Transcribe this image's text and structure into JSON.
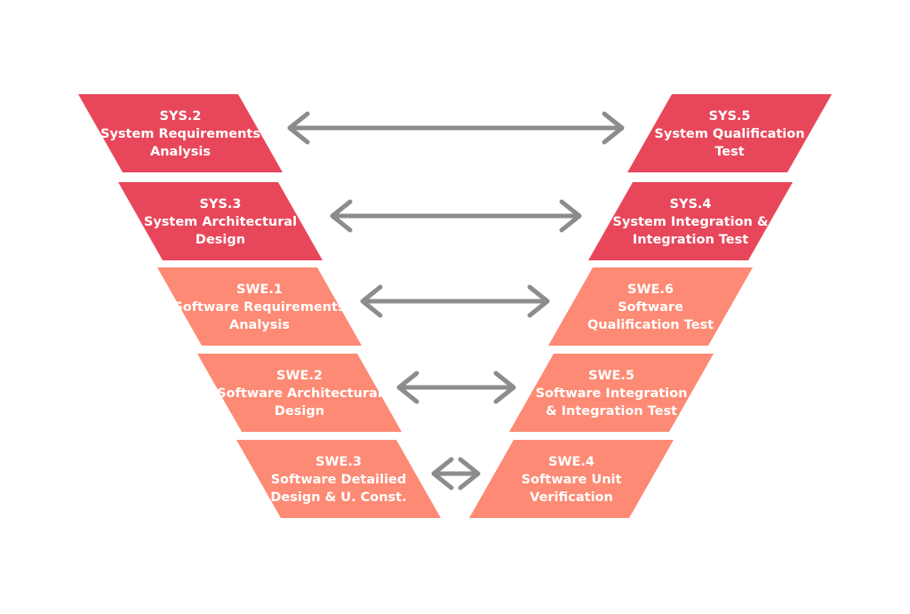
{
  "colors": {
    "system": "#E8475B",
    "software": "#FD8A74",
    "arrow": "#8C8C8C",
    "text": "#FFFFFF"
  },
  "left_blocks": [
    {
      "id": "sys2",
      "group": "system",
      "lines": [
        "SYS.2",
        "System Requirements",
        "Analysis"
      ]
    },
    {
      "id": "sys3",
      "group": "system",
      "lines": [
        "SYS.3",
        "System Architectural",
        "Design"
      ]
    },
    {
      "id": "swe1",
      "group": "software",
      "lines": [
        "SWE.1",
        "Software Requirements",
        "Analysis"
      ]
    },
    {
      "id": "swe2",
      "group": "software",
      "lines": [
        "SWE.2",
        "Software Architectural",
        "Design"
      ]
    },
    {
      "id": "swe3",
      "group": "software",
      "lines": [
        "SWE.3",
        "Software Detailied",
        "Design & U. Const."
      ]
    }
  ],
  "right_blocks": [
    {
      "id": "sys5",
      "group": "system",
      "lines": [
        "SYS.5",
        "System Qualification",
        "Test"
      ]
    },
    {
      "id": "sys4",
      "group": "system",
      "lines": [
        "SYS.4",
        "System Integration &",
        "Integration Test"
      ]
    },
    {
      "id": "swe6",
      "group": "software",
      "lines": [
        "SWE.6",
        "Software",
        "Qualification Test"
      ]
    },
    {
      "id": "swe5",
      "group": "software",
      "lines": [
        "SWE.5",
        "Software Integration",
        "& Integration Test"
      ]
    },
    {
      "id": "swe4",
      "group": "software",
      "lines": [
        "SWE.4",
        "Software Unit",
        "Verification"
      ]
    }
  ],
  "arrows": [
    {
      "from": "sys2",
      "to": "sys5",
      "icon": "double-arrow-icon"
    },
    {
      "from": "sys3",
      "to": "sys4",
      "icon": "double-arrow-icon"
    },
    {
      "from": "swe1",
      "to": "swe6",
      "icon": "double-arrow-icon"
    },
    {
      "from": "swe2",
      "to": "swe5",
      "icon": "double-arrow-icon"
    },
    {
      "from": "swe3",
      "to": "swe4",
      "icon": "double-arrow-icon"
    }
  ]
}
